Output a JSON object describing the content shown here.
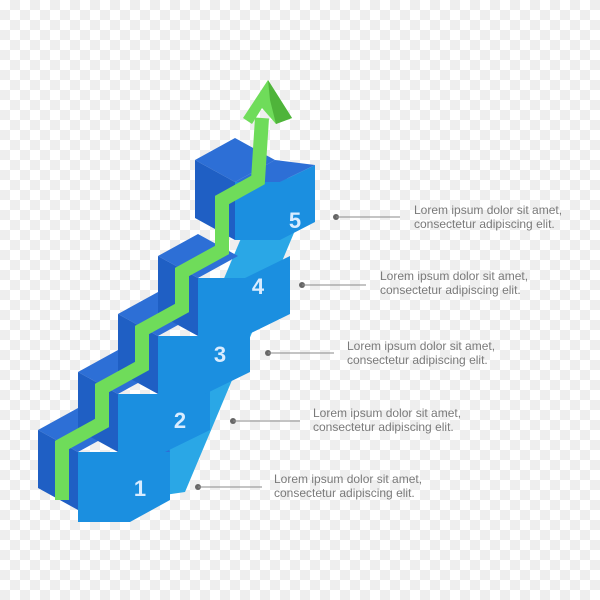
{
  "colors": {
    "step_top": "#2d6fd6",
    "step_front": "#1b8fe0",
    "step_side": "#1f5fc4",
    "stair_body": "#2aa7e6",
    "arrow": "#6fdc5a",
    "arrow_dark": "#4fb43a",
    "number": "#d9ecff",
    "callout_line": "#8a8a8a",
    "callout_dot": "#666666"
  },
  "steps": [
    {
      "number": "1"
    },
    {
      "number": "2"
    },
    {
      "number": "3"
    },
    {
      "number": "4"
    },
    {
      "number": "5"
    }
  ],
  "callouts": [
    {
      "line1": "Lorem ipsum dolor sit amet,",
      "line2": "consectetur adipiscing elit."
    },
    {
      "line1": "Lorem ipsum dolor sit amet,",
      "line2": "consectetur adipiscing elit."
    },
    {
      "line1": "Lorem ipsum dolor sit amet,",
      "line2": "consectetur adipiscing elit."
    },
    {
      "line1": "Lorem ipsum dolor sit amet,",
      "line2": "consectetur adipiscing elit."
    },
    {
      "line1": "Lorem ipsum dolor sit amet,",
      "line2": "consectetur adipiscing elit."
    }
  ]
}
